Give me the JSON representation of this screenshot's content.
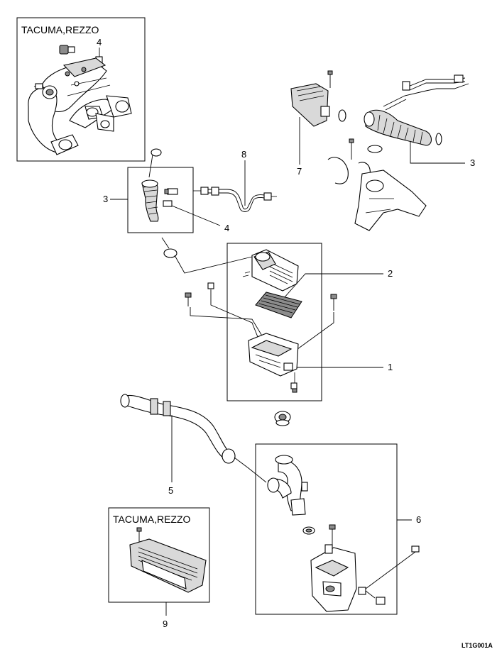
{
  "variant_labels": {
    "top_box": "TACUMA,REZZO",
    "bottom_box": "TACUMA,REZZO"
  },
  "callouts": {
    "c1": "1",
    "c2": "2",
    "c3_left": "3",
    "c3_right": "3",
    "c4_top": "4",
    "c4_mid": "4",
    "c5": "5",
    "c6": "6",
    "c7": "7",
    "c8": "8",
    "c9": "9"
  },
  "drawing_code": "LT1G001A"
}
